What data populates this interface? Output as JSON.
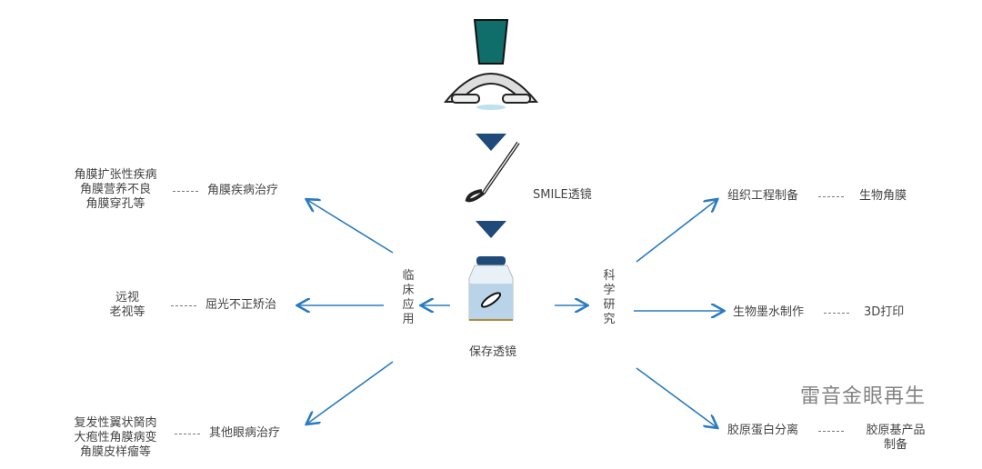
{
  "center": {
    "smile_label": "SMILE透镜",
    "storage_label": "保存透镜"
  },
  "left": {
    "hub_label": "临床应用",
    "branches": [
      {
        "label": "角膜疾病治疗",
        "details": [
          "角膜扩张性疾病",
          "角膜营养不良",
          "角膜穿孔等"
        ]
      },
      {
        "label": "屈光不正矫治",
        "details": [
          "远视",
          "老视等"
        ]
      },
      {
        "label": "其他眼病治疗",
        "details": [
          "复发性翼状胬肉",
          "大疱性角膜病变",
          "角膜皮样瘤等"
        ]
      }
    ]
  },
  "right": {
    "hub_label": "科学研究",
    "branches": [
      {
        "label": "组织工程制备",
        "detail": "生物角膜"
      },
      {
        "label": "生物墨水制作",
        "detail": "3D打印"
      },
      {
        "label": "胶原蛋白分离",
        "detail": [
          "胶原基产品",
          "制备"
        ]
      }
    ]
  },
  "watermark": "雷音金眼再生",
  "colors": {
    "arrow": "#2a7bc0",
    "triangle": "#1f4a7a",
    "teal": "#0f6e6a"
  }
}
